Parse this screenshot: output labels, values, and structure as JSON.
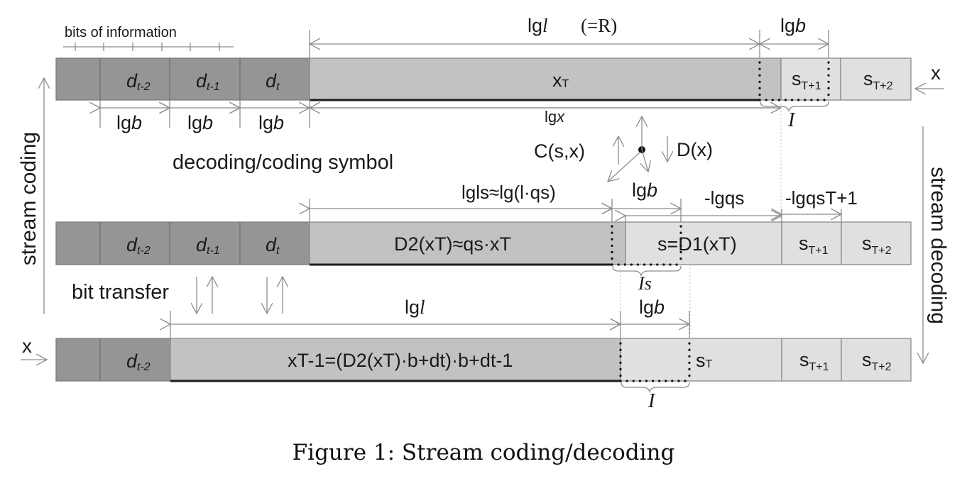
{
  "figure": {
    "caption": "Figure 1: Stream coding/decoding",
    "side_labels": {
      "left": "stream coding",
      "right": "stream decoding"
    },
    "annotations": {
      "bits_of_information": "bits of information",
      "decoding_coding_symbol": "decoding/coding symbol",
      "bit_transfer": "bit transfer",
      "coding_function": "C(s,x)",
      "decoding_function": "D(x)",
      "x_in_top": "x",
      "x_in_bottom": "x"
    },
    "row1": {
      "cells": [
        {
          "main": "",
          "sub": ""
        },
        {
          "main": "d",
          "sub": "t-2"
        },
        {
          "main": "d",
          "sub": "t-1"
        },
        {
          "main": "d",
          "sub": "t"
        },
        {
          "main": "x",
          "sub": "T"
        },
        {
          "main": "s",
          "sub": "T+1"
        },
        {
          "main": "s",
          "sub": "T+2"
        }
      ],
      "dims": {
        "lgb": [
          "lg",
          "b"
        ],
        "lgl_main": [
          "lg",
          "l"
        ],
        "lgl_eq": "(=R)",
        "lgx": [
          "lg",
          "x"
        ],
        "interval": "I"
      }
    },
    "row2": {
      "cells": [
        {
          "main": "",
          "sub": ""
        },
        {
          "main": "d",
          "sub": "t-2"
        },
        {
          "main": "d",
          "sub": "t-1"
        },
        {
          "main": "d",
          "sub": "t"
        },
        {
          "main": "D2(xT)≈qs·xT"
        },
        {
          "main": "s=D1(xT)"
        },
        {
          "main": "s",
          "sub": "T+1"
        },
        {
          "main": "s",
          "sub": "T+2"
        }
      ],
      "dims": {
        "lgls": "lgls≈lg(l·qs)",
        "lgb": [
          "lg",
          "b"
        ],
        "neg_lgqs": "-lgqs",
        "neg_lgqs1": "-lgqsT+1",
        "interval": "Is"
      }
    },
    "row3": {
      "cells": [
        {
          "main": "",
          "sub": ""
        },
        {
          "main": "d",
          "sub": "t-2"
        },
        {
          "main": "xT-1=(D2(xT)·b+dt)·b+dt-1"
        },
        {
          "main": "s",
          "sub": "T"
        },
        {
          "main": "s",
          "sub": "T+1"
        },
        {
          "main": "s",
          "sub": "T+2"
        }
      ],
      "dims": {
        "lgl": [
          "lg",
          "l"
        ],
        "lgb": [
          "lg",
          "b"
        ],
        "interval": "I"
      }
    }
  }
}
